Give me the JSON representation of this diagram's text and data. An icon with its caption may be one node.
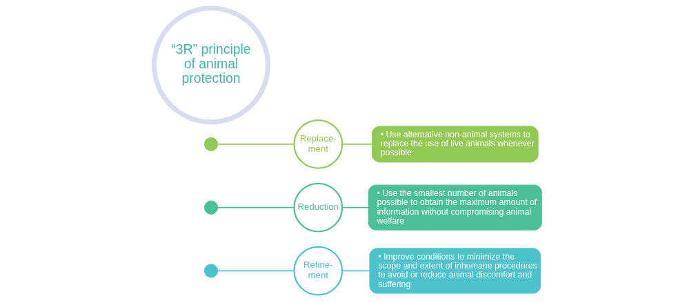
{
  "diagram": {
    "nodes": [
      {
        "text": [
          "“3R” principle of animal protection"
        ]
      },
      {
        "text": [],
        "shape": "circle"
      },
      {
        "text": [
          "Replace- ment"
        ]
      },
      {
        "text": [
          "• Use alternative non-animal systems to replace the use of live animals whenever possible"
        ]
      },
      {
        "text": [],
        "shape": "circle"
      },
      {
        "text": [
          "Reduction"
        ]
      },
      {
        "text": [
          "• Use the smallest number of animals possible to obtain the maximum amount of information without compromising animal welfare"
        ]
      },
      {
        "text": [],
        "shape": "circle"
      },
      {
        "text": [
          "Refine- ment"
        ]
      },
      {
        "text": [
          "• Improve conditions to minimize the scope and extent of inhumane procedures to avoid or reduce animal discomfort and suffering"
        ]
      }
    ],
    "edges": [
      {
        "from": 1,
        "to": 2,
        "arrow": "none",
        "color": "#92c954"
      },
      {
        "from": 2,
        "to": 3,
        "arrow": "none",
        "color": "#92c954"
      },
      {
        "from": 4,
        "to": 5,
        "arrow": "none",
        "color": "#4bbf98"
      },
      {
        "from": 5,
        "to": 6,
        "arrow": "none",
        "color": "#4bbf98"
      },
      {
        "from": 7,
        "to": 8,
        "arrow": "none",
        "color": "#4cc3cc"
      },
      {
        "from": 8,
        "to": 9,
        "arrow": "none",
        "color": "#4cc3cc"
      }
    ]
  }
}
